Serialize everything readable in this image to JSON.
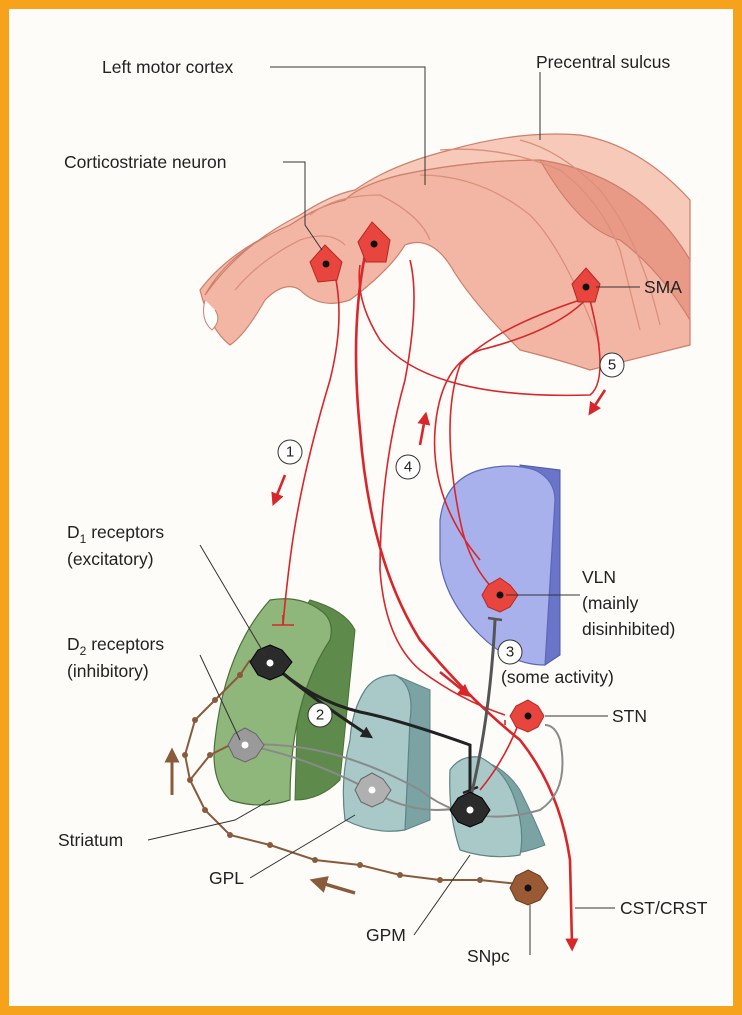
{
  "labels": {
    "left_motor_cortex": "Left motor cortex",
    "precentral_sulcus": "Precentral sulcus",
    "corticostriate_neuron": "Corticostriate neuron",
    "sma": "SMA",
    "d1_prefix": "D",
    "d1_sub": "1",
    "d1_rest": " receptors",
    "d1_type": "(excitatory)",
    "d2_prefix": "D",
    "d2_sub": "2",
    "d2_rest": " receptors",
    "d2_type": "(inhibitory)",
    "vln": "VLN",
    "vln_line2": "(mainly",
    "vln_line3": "disinhibited)",
    "some_activity": "(some activity)",
    "stn": "STN",
    "striatum": "Striatum",
    "gpl": "GPL",
    "gpm": "GPM",
    "snpc": "SNpc",
    "cst": "CST/CRST"
  },
  "steps": [
    "1",
    "2",
    "3",
    "4",
    "5"
  ],
  "colors": {
    "frame": "#f7a21b",
    "pathway_red": "#d8262a",
    "cortex": "#f2b3a2",
    "striatum": "#7ea56a",
    "globus_pallidus": "#9fbdbd",
    "thalamus": "#9aa5e8",
    "dopamine_brown": "#8a5a3c",
    "neuron_dark": "#2b2b2b",
    "neuron_gray": "#9a9a9a"
  }
}
